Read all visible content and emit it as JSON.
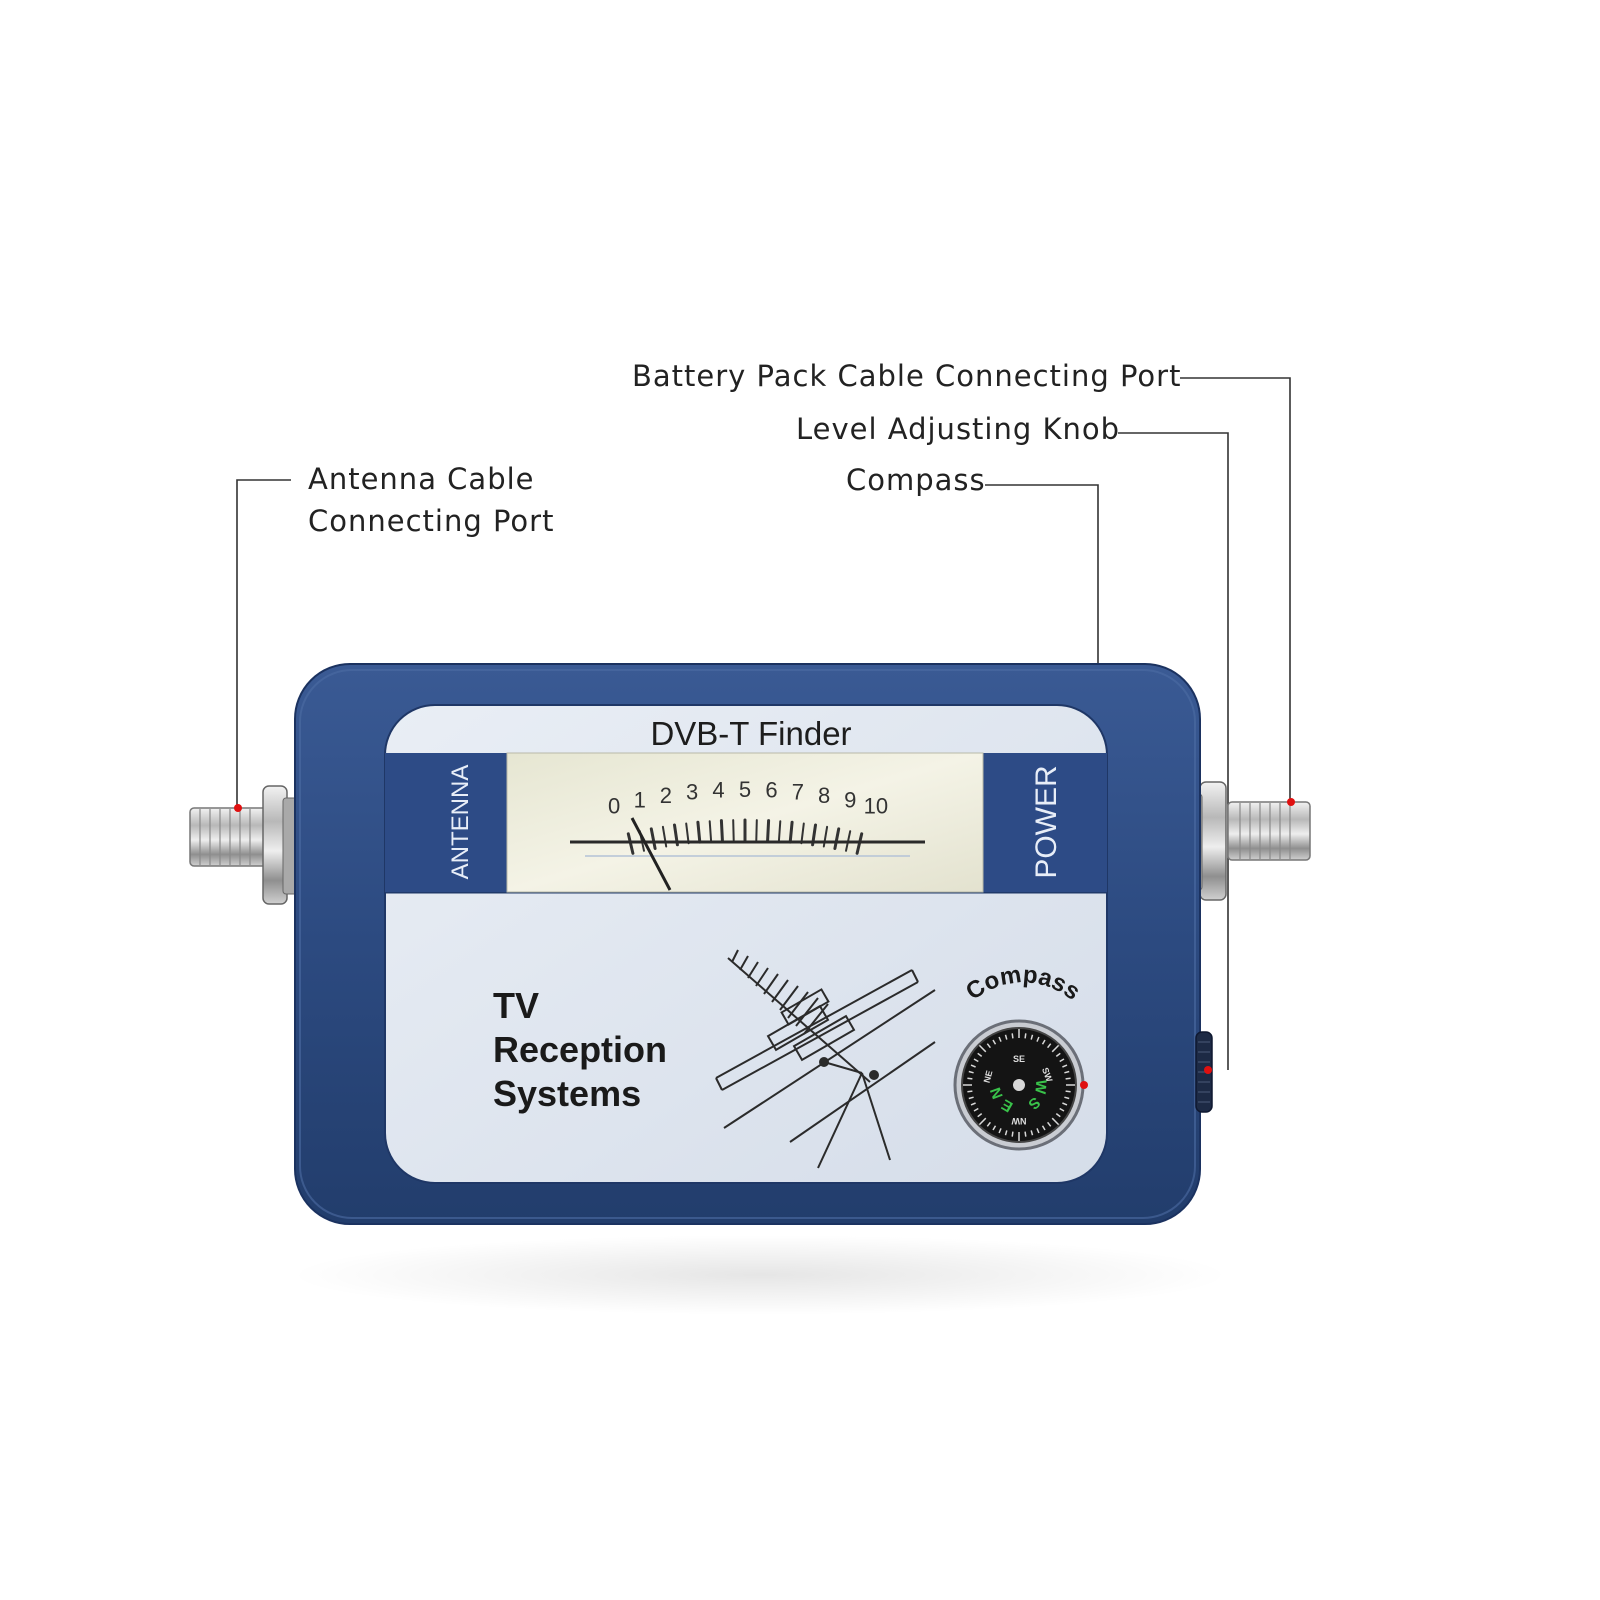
{
  "callouts": {
    "antenna_port": [
      "Antenna Cable",
      "Connecting Port"
    ],
    "battery_port": "Battery Pack Cable Connecting Port",
    "level_knob": "Level Adjusting Knob",
    "compass": "Compass"
  },
  "device": {
    "face_title": "DVB-T Finder",
    "left_strip": "ANTENNA",
    "right_strip": "POWER",
    "meter_scale": [
      "0",
      "1",
      "2",
      "3",
      "4",
      "5",
      "6",
      "7",
      "8",
      "9",
      "10"
    ],
    "panel_text": [
      "TV",
      "Reception",
      "Systems"
    ],
    "compass_label": "Compass",
    "compass_points": [
      "SE",
      "SW",
      "W",
      "S",
      "E",
      "N",
      "NE",
      "NW"
    ]
  },
  "colors": {
    "body": "#2c4a80",
    "body_dark": "#1e3563",
    "face": "#dfe6ef",
    "meter": "#efeedd",
    "callout_dot": "#e01010"
  }
}
